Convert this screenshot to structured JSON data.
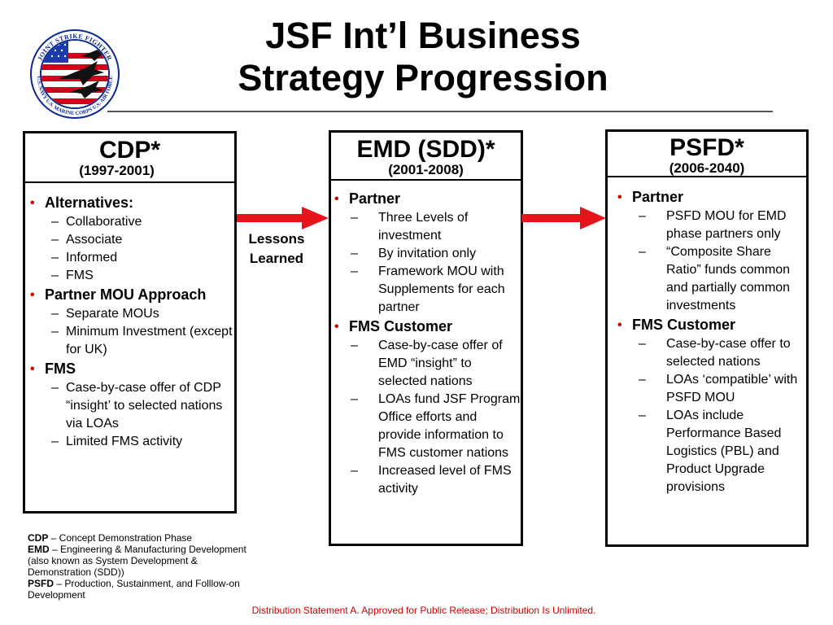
{
  "logo": {
    "ring_text_top": "JOINT STRIKE FIGHTER",
    "ring_text_bottom": "U.S. NAVY U.S. MARINE CORPS U.S. AIR FORCE",
    "colors": {
      "ring": "#0b2a8f",
      "stripe": "#d0021b",
      "field": "#1a3bb0"
    }
  },
  "title": {
    "line1": "JSF Int’l Business",
    "line2": "Strategy Progression"
  },
  "boxes": {
    "cdp": {
      "name": "CDP*",
      "years": "(1997-2001)",
      "items": [
        {
          "label": "Alternatives:",
          "subs": [
            "Collaborative",
            "Associate",
            "Informed",
            "FMS"
          ]
        },
        {
          "label": "Partner MOU Approach",
          "subs": [
            "Separate MOUs",
            "Minimum Investment (except for UK)"
          ]
        },
        {
          "label": "FMS",
          "subs": [
            "Case-by-case offer of CDP “insight’ to selected nations via LOAs",
            "Limited FMS activity"
          ]
        }
      ]
    },
    "emd": {
      "name": "EMD (SDD)*",
      "years": "(2001-2008)",
      "items": [
        {
          "label": "Partner",
          "subs": [
            "Three Levels of investment",
            "By invitation only",
            "Framework MOU with Supplements for each partner"
          ]
        },
        {
          "label": "FMS Customer",
          "subs": [
            "Case-by-case offer of EMD “insight” to selected nations",
            "LOAs fund JSF Program Office efforts and provide information to FMS customer nations",
            "Increased level of FMS activity"
          ]
        }
      ]
    },
    "psfd": {
      "name": "PSFD*",
      "years": "(2006-2040)",
      "items": [
        {
          "label": "Partner",
          "subs": [
            "PSFD MOU for EMD phase partners only",
            "“Composite Share Ratio” funds common and partially common investments"
          ]
        },
        {
          "label": "FMS Customer",
          "subs": [
            "Case-by-case offer to selected nations",
            "LOAs ‘compatible’ with PSFD MOU",
            "LOAs include Performance Based Logistics (PBL) and Product Upgrade provisions"
          ]
        }
      ]
    }
  },
  "arrow_label": {
    "line1": "Lessons",
    "line2": "Learned"
  },
  "arrow_color": "#e8141b",
  "footnotes": [
    {
      "term": "CDP",
      "text": " – Concept Demonstration Phase"
    },
    {
      "term": "EMD",
      "text": " – Engineering & Manufacturing Development (also known as System  Development & Demonstration (SDD))"
    },
    {
      "term": "PSFD",
      "text": " – Production, Sustainment, and Folllow-on Development"
    }
  ],
  "distribution": "Distribution Statement A. Approved for Public Release; Distribution Is Unlimited."
}
